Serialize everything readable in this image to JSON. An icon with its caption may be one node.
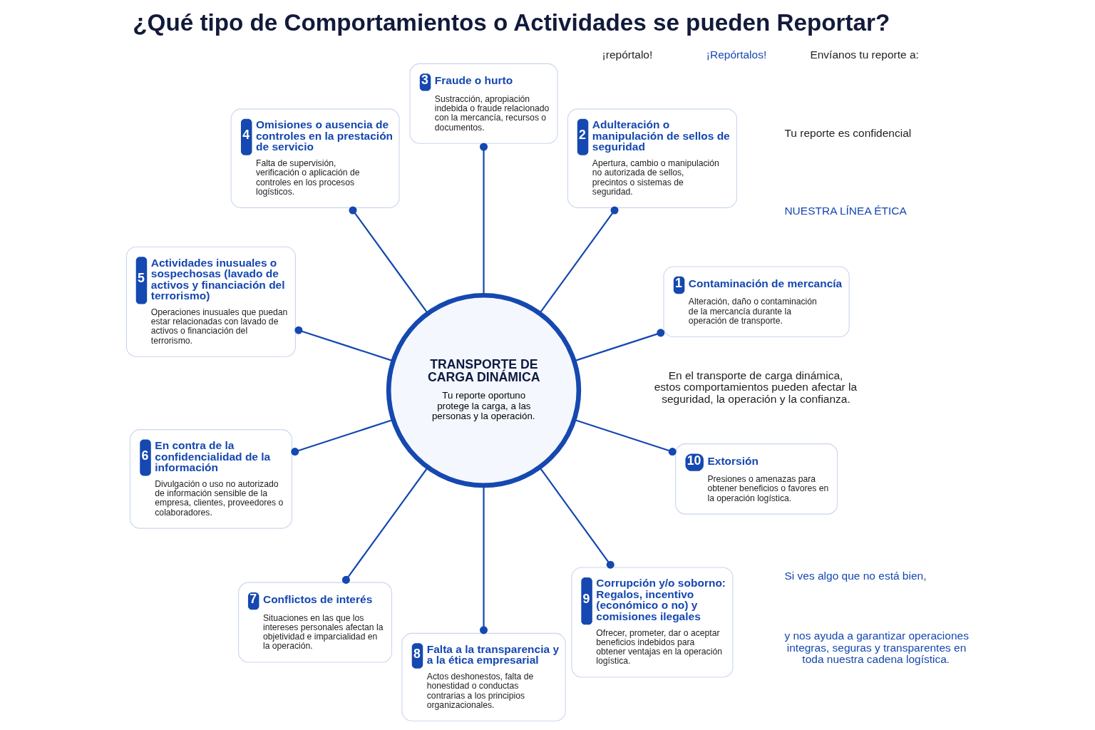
{
  "diagram": {
    "title": "¿Qué tipo de Comportamientos o Actividades se pueden Reportar?",
    "nodes": [
      {
        "text": [
          "TRANSPORTE DE CARGA DINÁMICA",
          "Tu reporte oportuno protege la carga, a las personas y la operación."
        ]
      },
      {
        "text": [
          "1",
          "Contaminación de mercancía",
          "Alteración, daño o contaminación de la mercancía durante la operación de transporte."
        ]
      },
      {
        "text": [
          "2",
          "Adulteración o manipulación de sellos de seguridad",
          "Apertura, cambio o manipulación no autorizada de sellos, precintos o sistemas de seguridad."
        ]
      },
      {
        "text": [
          "3",
          "Fraude o hurto",
          "Sustracción, apropiación indebida o fraude relacionado con la mercancía, recursos o documentos."
        ]
      },
      {
        "text": [
          "4",
          "Omisiones o ausencia de controles en la prestación de servicio",
          "Falta de supervisión, verificación o aplicación de controles en los procesos logísticos."
        ]
      },
      {
        "text": [
          "5",
          "Actividades inusuales o sospechosas (lavado de activos y financiación del terrorismo)",
          "Operaciones inusuales que puedan estar relacionadas con lavado de activos o financiación del terrorismo."
        ]
      },
      {
        "text": [
          "6",
          "En contra de la confidencialidad de la información",
          "Divulgación o uso no autorizado de información sensible de la empresa, clientes, proveedores o colaboradores."
        ]
      },
      {
        "text": [
          "7",
          "Conflictos de interés",
          "Situaciones en las que los intereses personales afectan la objetividad e imparcialidad en la operación."
        ]
      },
      {
        "text": [
          "8",
          "Falta a la transparencia y a la ética empresarial",
          "Actos deshonestos, falta de honestidad o conductas contrarias a los principios organizacionales."
        ]
      },
      {
        "text": [
          "9",
          "Corrupción y/o soborno: Regalos, incentivo (económico o no) y comisiones ilegales",
          "Ofrecer, prometer, dar o aceptar beneficios indebidos para obtener ventajas en la operación logística."
        ]
      },
      {
        "text": [
          "10",
          "Extorsión",
          "Presiones o amenazas para obtener beneficios o favores en la operación logística."
        ]
      }
    ],
    "edges": [
      {
        "from": 0,
        "to": 1,
        "arrow": "other"
      },
      {
        "from": 0,
        "to": 2,
        "arrow": "other"
      },
      {
        "from": 0,
        "to": 3,
        "arrow": "other"
      },
      {
        "from": 0,
        "to": 4,
        "arrow": "other"
      },
      {
        "from": 0,
        "to": 5,
        "arrow": "other"
      },
      {
        "from": 0,
        "to": 6,
        "arrow": "other"
      },
      {
        "from": 0,
        "to": 7,
        "arrow": "other"
      },
      {
        "from": 0,
        "to": 8,
        "arrow": "other"
      },
      {
        "from": 0,
        "to": 9,
        "arrow": "other"
      },
      {
        "from": 0,
        "to": 10,
        "arrow": "other"
      }
    ],
    "labels": [
      "NUESTRA LÍNEA ÉTICA",
      "En el transporte de carga dinámica, estos comportamientos pueden afectar la seguridad, la operación y la confianza.",
      "¡Repórtalos!",
      "Tu reporte es confidencial",
      "y nos ayuda a garantizar operaciones integras, seguras y transparentes en toda nuestra cadena logística.",
      "Envíanos tu reporte a:",
      "Si ves algo que no está bien,",
      "¡repórtalo!"
    ]
  }
}
